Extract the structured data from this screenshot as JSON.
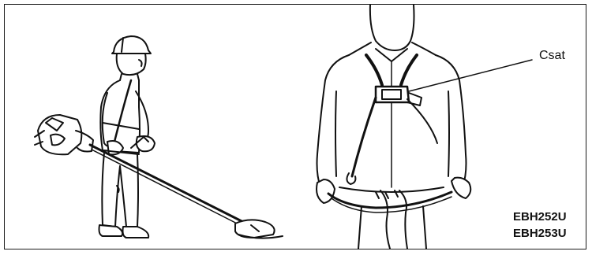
{
  "callout": {
    "label": "Csat"
  },
  "models": [
    "EBH252U",
    "EBH253U"
  ]
}
